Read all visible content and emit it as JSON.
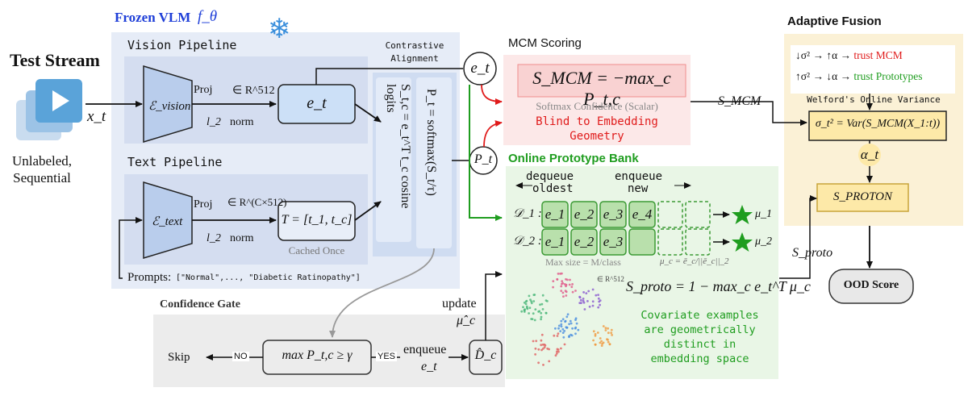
{
  "test_stream": {
    "title": "Test Stream",
    "caption_line1": "Unlabeled,",
    "caption_line2": "Sequential",
    "input_symbol": "x_t"
  },
  "vlm": {
    "title": "Frozen VLM",
    "symbol": "f_θ",
    "snowflake_icon": "snowflake-icon",
    "vision_pipeline": {
      "title": "Vision Pipeline",
      "encoder": "ℰ_vision",
      "proj": "Proj",
      "space": "∈ R^512",
      "norm_l2": "l_2",
      "norm": "norm",
      "output": "e_t"
    },
    "text_pipeline": {
      "title": "Text Pipeline",
      "encoder": "ℰ_text",
      "proj": "Proj",
      "space": "∈ R^(C×512)",
      "norm_l2": "l_2",
      "norm": "norm",
      "output": "T = [t_1, t_c]",
      "cached": "Cached Once"
    },
    "prompts_label": "Prompts:",
    "prompts_value": "[\"Normal\",..., \"Diabetic Ratinopathy\"]",
    "contrastive_line1": "Contrastive",
    "contrastive_line2": "Alignment",
    "cosine_col": "S_t,c = e_t^T t_c   cosine logits",
    "softmax_col": "P_t = softmax(S_t/τ)"
  },
  "nodes": {
    "e_t": "e_t",
    "p_t": "P_t"
  },
  "mcm": {
    "title": "MCM Scoring",
    "formula": "S_MCM = −max_c P_t,c",
    "subtitle": "Softmax Confidence (Scalar)",
    "blind_line1": "Blind to Embedding",
    "blind_line2": "Geometry",
    "out_label": "S_MCM"
  },
  "prototype_bank": {
    "title": "Online Prototype Bank",
    "dequeue_line1": "dequeue",
    "dequeue_line2": "oldest",
    "enqueue_line1": "enqueue",
    "enqueue_line2": "new",
    "row1": {
      "label": "𝒟_1 :",
      "cells": [
        "e_1",
        "e_2",
        "e_3",
        "e_4"
      ],
      "mu": "μ_1"
    },
    "row2": {
      "label": "𝒟_2 :",
      "cells": [
        "e_1",
        "e_2",
        "e_3",
        ""
      ],
      "mu": "μ_2"
    },
    "max_size": "Max size = M/class",
    "mu_def": "μ_c = ē_c/||ē_c||_2",
    "space": "∈ R^512",
    "proto_formula": "S_proto = 1 − max_c e_t^T μ_c",
    "covariate_line1": "Covariate examples",
    "covariate_line2": "are geometrically",
    "covariate_line3": "distinct in",
    "covariate_line4": "embedding space",
    "out_label": "S_proto"
  },
  "gate": {
    "title": "Confidence Gate",
    "skip": "Skip",
    "no": "NO",
    "yes": "YES",
    "condition": "max P_t,c ≥ γ",
    "enqueue_line1": "enqueue",
    "enqueue_line2": "e_t",
    "buffer": "D̂_c",
    "update_line1": "update",
    "update_line2": "μ̂_c"
  },
  "fusion": {
    "title": "Adaptive Fusion",
    "rule1_prefix": "↓σ² → ↑α →",
    "rule1_action": "trust MCM",
    "rule2_prefix": "↑σ² → ↓α →",
    "rule2_action": "trust Prototypes",
    "welford": "Welford's Online Variance",
    "variance": "σ_t² = Var(S_MCM(X_1:t))",
    "alpha": "α_t",
    "proton": "S_PROTON",
    "ood": "OOD Score"
  },
  "colors": {
    "vlm_bg": "#e6ecf7",
    "pipeline_bg": "#d4ddf0",
    "encoder_fill": "#b9cdec",
    "et_fill": "#cce0f7",
    "mcm_bg": "#fce8e8",
    "proto_bg": "#e9f6e6",
    "cell_fill": "#b9e0ac",
    "cell_stroke": "#3c9a35",
    "fusion_bg": "#fbf1d6",
    "var_fill": "#fde9a8",
    "gate_bg": "#ececec",
    "red": "#e01b1b",
    "green": "#1f9d1f",
    "blue": "#1f3fd8"
  }
}
